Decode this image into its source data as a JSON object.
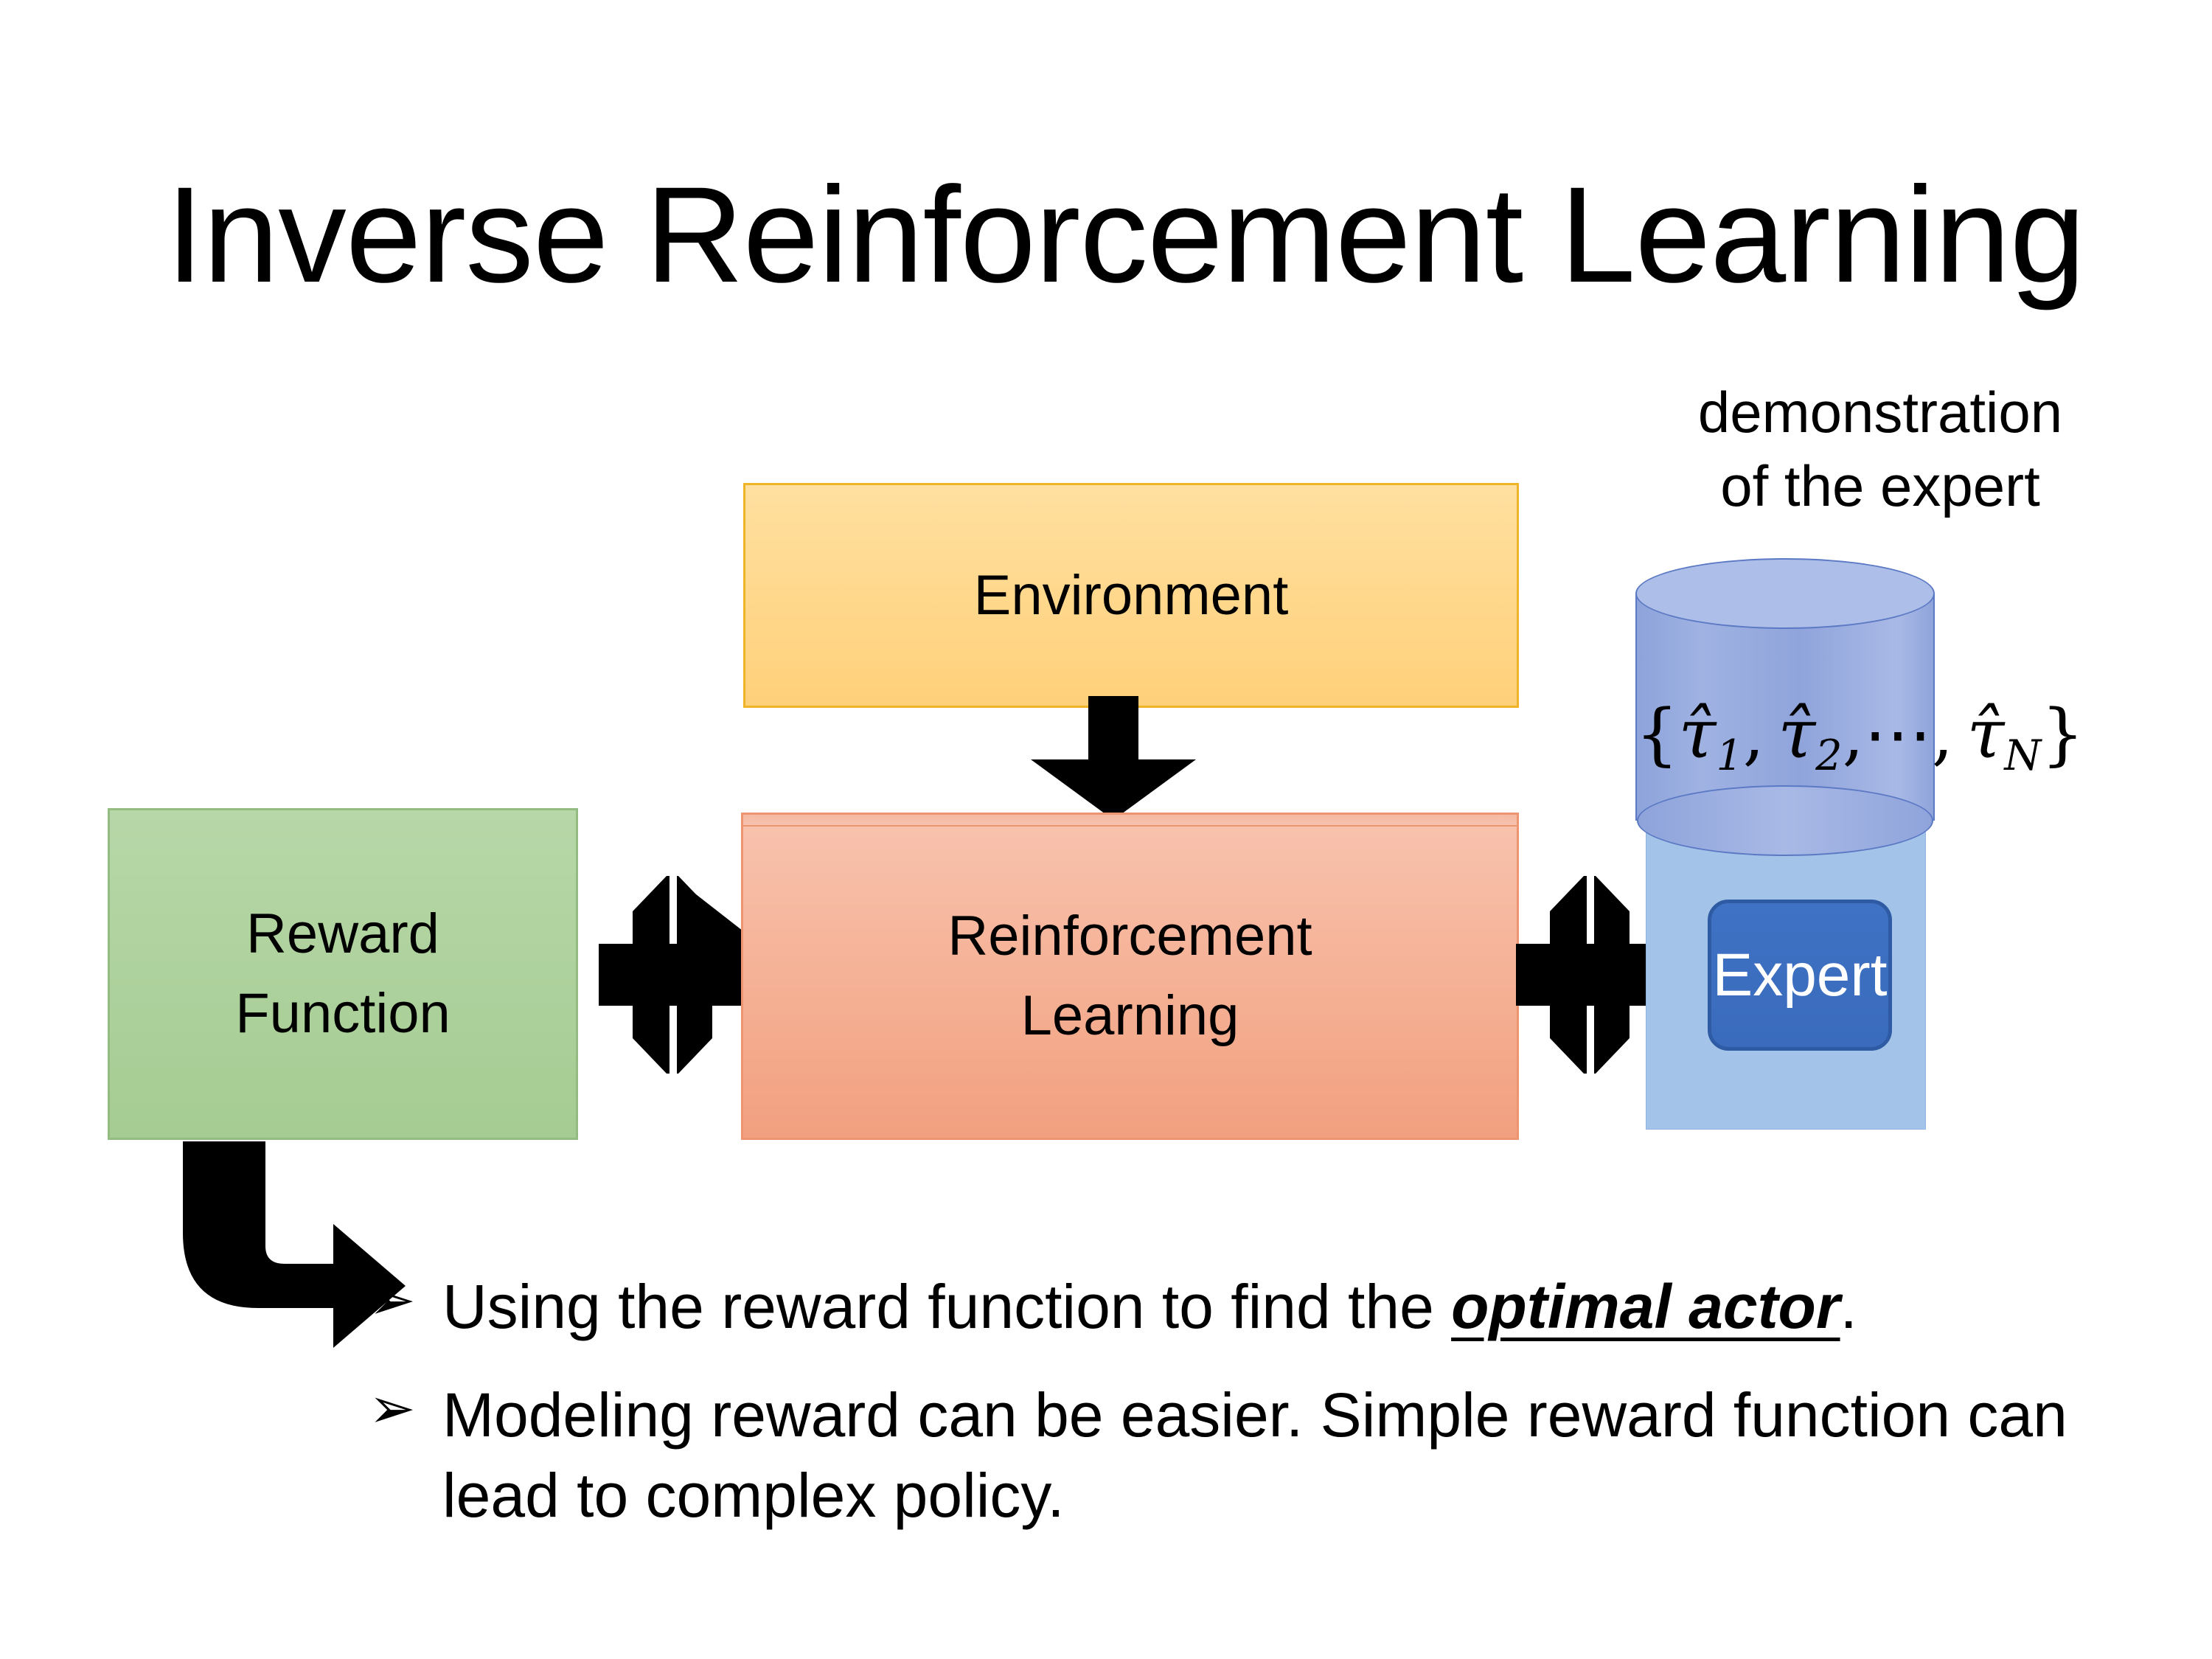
{
  "slide": {
    "title": "Inverse Reinforcement Learning",
    "background_color": "#FFFFFF"
  },
  "diagram": {
    "environment": {
      "label": "Environment",
      "fill_color": "#FFD983",
      "border_color": "#F0B429"
    },
    "reward_function": {
      "label_line1": "Reward",
      "label_line2": "Function",
      "fill_color": "#AED19F",
      "border_color": "#94BC82"
    },
    "reinforcement_learning": {
      "label_line1": "Reinforcement",
      "label_line2": "Learning",
      "fill_top_color": "#F8C3AE",
      "fill_bottom_color": "#F2A07F",
      "border_color": "#ED9470"
    },
    "expert_panel": {
      "caption_line1": "demonstration",
      "caption_line2": "of the expert",
      "panel_color": "#A3C4E8",
      "cylinder_color": "#8FA4DB",
      "cylinder_border_color": "#5B79C4",
      "trajectories": {
        "open_brace": "{",
        "items": [
          "τ̂",
          "τ̂",
          "τ̂"
        ],
        "subscripts": [
          "1",
          "2",
          "N"
        ],
        "ellipsis": "⋯",
        "comma": ",",
        "close_brace": "}",
        "full_text": "{τ̂₁, τ̂₂, ⋯, τ̂ₙ}"
      },
      "expert_button": {
        "label": "Expert",
        "fill_color": "#3A6BBD",
        "border_color": "#2F5BA5",
        "text_color": "#FFFFFF"
      }
    },
    "connectors": {
      "env_to_rl": "down-arrow",
      "reward_to_rl": "four-way-arrow",
      "rl_to_expert": "four-way-arrow",
      "reward_to_bullets": "elbow-arrow-down-right",
      "arrow_color": "#000000"
    }
  },
  "bullets": {
    "marker": "➢",
    "items": [
      {
        "before": "Using the reward function to find the ",
        "emphasis": "optimal actor",
        "after": "."
      },
      {
        "before": "Modeling reward can be easier. Simple reward function can lead to complex policy.",
        "emphasis": "",
        "after": ""
      }
    ]
  }
}
